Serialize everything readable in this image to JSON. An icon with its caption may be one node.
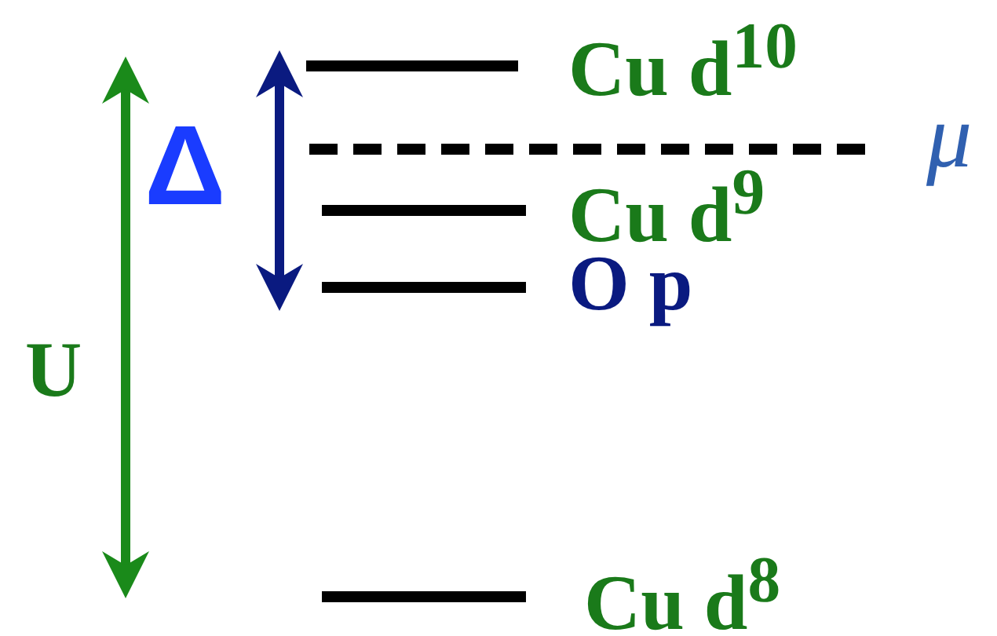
{
  "diagram": {
    "labels": [
      "Cu d$^{10}$",
      "μ",
      "Δ",
      "Cu d$^{9}$",
      "O p",
      "U",
      "Cu d$^{8}$"
    ]
  }
}
